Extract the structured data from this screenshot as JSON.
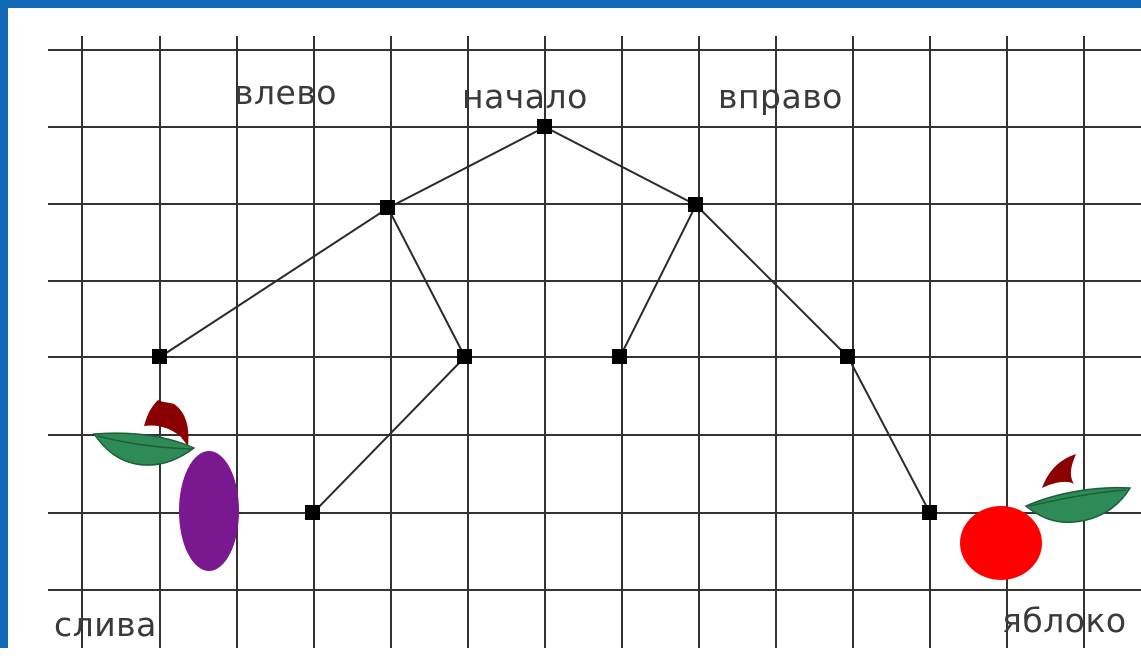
{
  "labels": {
    "left": "влево",
    "start": "начало",
    "right": "вправо",
    "plum": "слива",
    "apple": "яблоко"
  },
  "colors": {
    "border": "#1269b8",
    "grid": "#333333",
    "plum": "#7a1890",
    "apple": "#ff0000",
    "leaf": "#2e8b57",
    "stem": "#8b0000"
  },
  "icons": {
    "plum": "plum-icon",
    "apple": "apple-icon"
  }
}
